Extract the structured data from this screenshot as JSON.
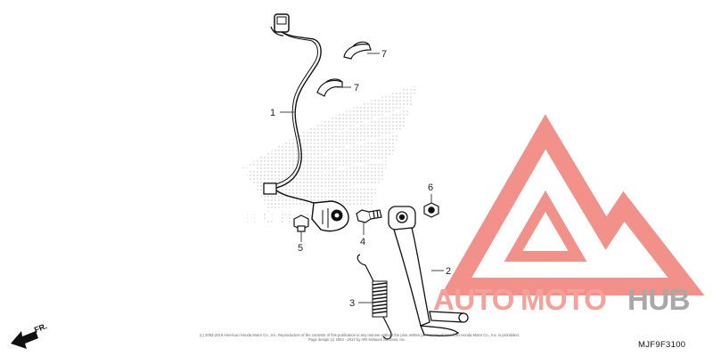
{
  "diagram": {
    "part_code": "MJF9F3100",
    "direction_label": "FR.",
    "copyright_lines": [
      "(c) 2003-2019 American Honda Motor Co., Inc. Reproduction of the contents of this publication in any manner without the prior written permission of American Honda Motor Co., Inc. is prohibited.",
      "Page design (c) 2004 - 2017 by ARI Network Services, Inc."
    ],
    "callouts": [
      {
        "id": "c1",
        "label": "1"
      },
      {
        "id": "c2",
        "label": "2"
      },
      {
        "id": "c3",
        "label": "3"
      },
      {
        "id": "c4",
        "label": "4"
      },
      {
        "id": "c5",
        "label": "5"
      },
      {
        "id": "c6",
        "label": "6"
      },
      {
        "id": "c7a",
        "label": "7"
      },
      {
        "id": "c7b",
        "label": "7"
      }
    ]
  },
  "watermark": {
    "auto": "AUTO",
    "moto": "MOTO",
    "hub": "HUB",
    "colors": {
      "auto": "#f4a19a",
      "moto": "#f4a19a",
      "hub": "#a8a8a8",
      "logo": "#f2908a"
    }
  }
}
